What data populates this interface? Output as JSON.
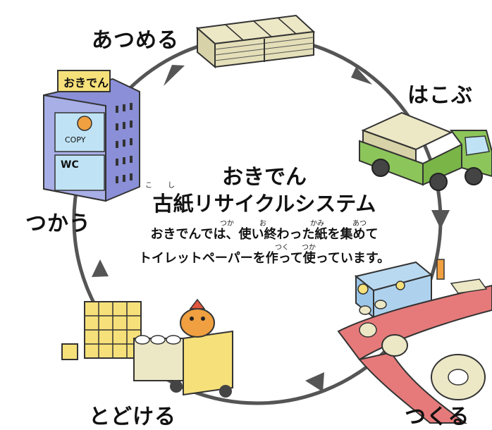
{
  "steps": {
    "collect": "あつめる",
    "carry": "はこぶ",
    "make": "つくる",
    "deliver": "とどける",
    "use": "つかう"
  },
  "center": {
    "title1": "おきでん",
    "title2": "古紙リサイクルシステム",
    "desc1": "おきでんでは、使い終わった紙を集めて",
    "desc2": "トイレットペーパーを作って使っています。",
    "ruby": {
      "ko": "こ",
      "shi": "し",
      "tsuka1": "つか",
      "o": "お",
      "kami": "かみ",
      "atsu": "あつ",
      "tsuku": "つく",
      "tsuka2": "つか"
    }
  },
  "building": {
    "sign": "おきでん",
    "copy": "COPY",
    "wc": "WC"
  },
  "colors": {
    "cycle": "#555555",
    "truck": "#8cc55a",
    "building": "#8a8fd8",
    "cart": "#f6e07a",
    "belt": "#e67a7a",
    "paper": "#ece7c5",
    "character": "#f0a040"
  },
  "icons": [
    "paper-bundle-icon",
    "truck-icon",
    "factory-icon",
    "roll-cart-icon",
    "office-building-icon"
  ]
}
